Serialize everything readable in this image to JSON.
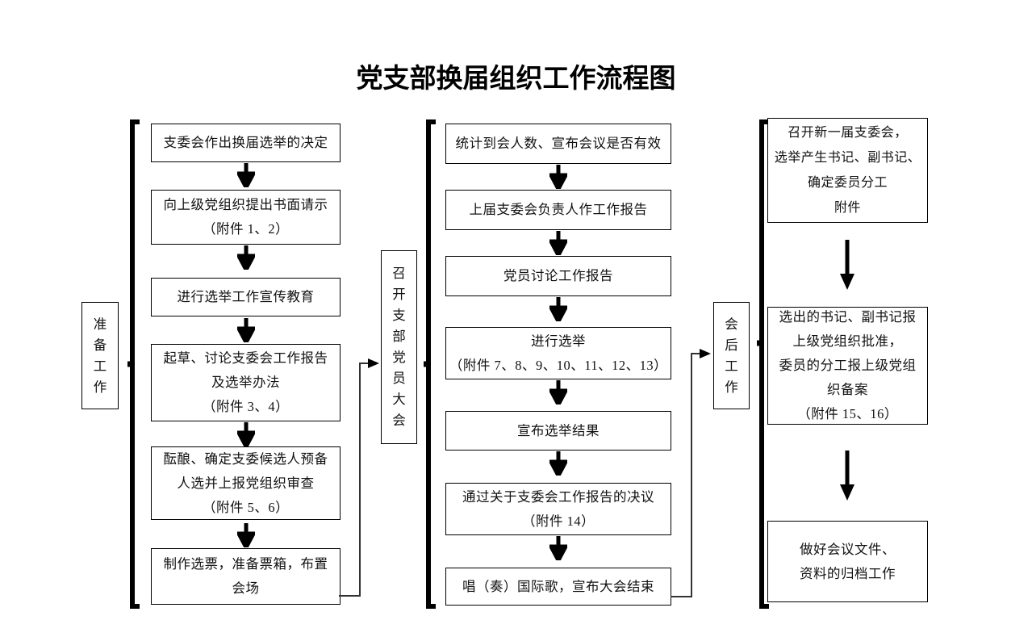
{
  "title": "党支部换届组织工作流程图",
  "stages": {
    "prep_label": [
      "准",
      "备",
      "工",
      "作"
    ],
    "meeting_label": [
      "召",
      "开",
      "支",
      "部",
      "党",
      "员",
      "大",
      "会"
    ],
    "post_label": [
      "会",
      "后",
      "工",
      "作"
    ]
  },
  "column1": {
    "name": "准备工作",
    "steps": [
      {
        "lines": [
          "支委会作出换届选举的决定"
        ]
      },
      {
        "lines": [
          "向上级党组织提出书面请示",
          "（附件 1、2）"
        ]
      },
      {
        "lines": [
          "进行选举工作宣传教育"
        ]
      },
      {
        "lines": [
          "起草、讨论支委会工作报告",
          "及选举办法",
          "（附件 3、4）"
        ]
      },
      {
        "lines": [
          "酝酿、确定支委候选人预备",
          "人选并上报党组织审查",
          "（附件 5、6）"
        ]
      },
      {
        "lines": [
          "制作选票，准备票箱，布置",
          "会场"
        ]
      }
    ]
  },
  "column2": {
    "name": "召开支部党员大会",
    "steps": [
      {
        "lines": [
          "统计到会人数、宣布会议是否有效"
        ]
      },
      {
        "lines": [
          "上届支委会负责人作工作报告"
        ]
      },
      {
        "lines": [
          "党员讨论工作报告"
        ]
      },
      {
        "lines": [
          "进行选举",
          "（附件 7、8、9、10、11、12、13）"
        ]
      },
      {
        "lines": [
          "宣布选举结果"
        ]
      },
      {
        "lines": [
          "通过关于支委会工作报告的决议",
          "（附件 14）"
        ]
      },
      {
        "lines": [
          "唱（奏）国际歌，宣布大会结束"
        ]
      }
    ]
  },
  "column3": {
    "name": "会后工作",
    "steps": [
      {
        "lines": [
          "召开新一届支委会，",
          "选举产生书记、副书记、",
          "确定委员分工",
          "附件"
        ],
        "font": "sans"
      },
      {
        "lines": [
          "选出的书记、副书记报",
          "上级党组织批准，",
          "委员的分工报上级党组",
          "织备案",
          "（附件 15、16）"
        ]
      },
      {
        "lines": [
          "做好会议文件、",
          "资料的归档工作"
        ]
      }
    ]
  },
  "colors": {
    "line": "#000000",
    "background": "#ffffff",
    "text": "#111111"
  }
}
